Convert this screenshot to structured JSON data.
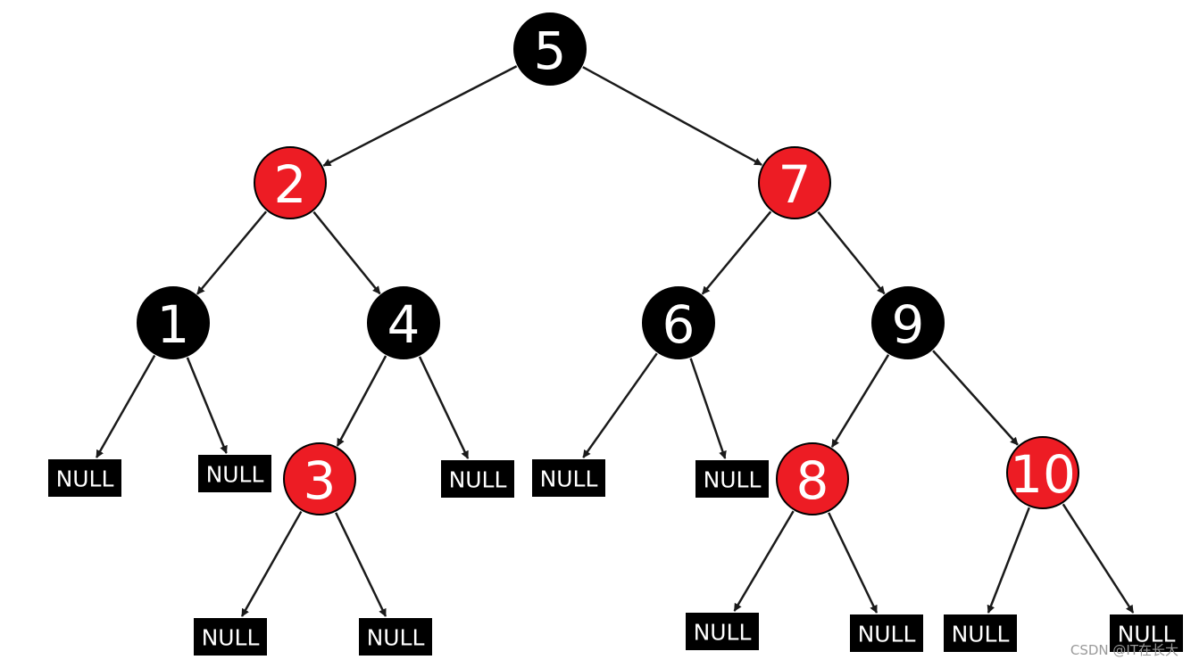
{
  "colors": {
    "red": "#ed1c24",
    "black": "#000000",
    "edge": "#1a1a1a",
    "text": "#ffffff"
  },
  "nodes": [
    {
      "id": "n5",
      "label": "5",
      "color": "black"
    },
    {
      "id": "n2",
      "label": "2",
      "color": "red"
    },
    {
      "id": "n7",
      "label": "7",
      "color": "red"
    },
    {
      "id": "n1",
      "label": "1",
      "color": "black"
    },
    {
      "id": "n4",
      "label": "4",
      "color": "black"
    },
    {
      "id": "n6",
      "label": "6",
      "color": "black"
    },
    {
      "id": "n9",
      "label": "9",
      "color": "black"
    },
    {
      "id": "n3",
      "label": "3",
      "color": "red"
    },
    {
      "id": "n8",
      "label": "8",
      "color": "red"
    },
    {
      "id": "n10",
      "label": "10",
      "color": "red"
    }
  ],
  "null_label": "NULL",
  "edges": [
    [
      "n5",
      "n2"
    ],
    [
      "n5",
      "n7"
    ],
    [
      "n2",
      "n1"
    ],
    [
      "n2",
      "n4"
    ],
    [
      "n7",
      "n6"
    ],
    [
      "n7",
      "n9"
    ],
    [
      "n1",
      "z1"
    ],
    [
      "n1",
      "z2"
    ],
    [
      "n4",
      "n3"
    ],
    [
      "n4",
      "z3"
    ],
    [
      "n6",
      "z4"
    ],
    [
      "n6",
      "z5"
    ],
    [
      "n9",
      "n8"
    ],
    [
      "n9",
      "n10"
    ],
    [
      "n3",
      "z6"
    ],
    [
      "n3",
      "z7"
    ],
    [
      "n8",
      "z8"
    ],
    [
      "n8",
      "z9"
    ],
    [
      "n10",
      "z10"
    ],
    [
      "n10",
      "z11"
    ]
  ],
  "watermark": "CSDN @IT在长大"
}
